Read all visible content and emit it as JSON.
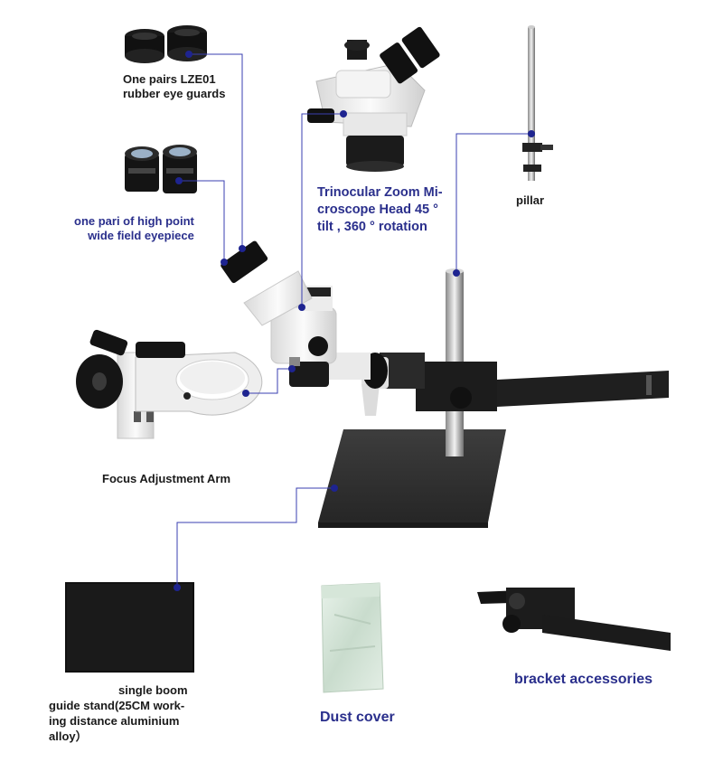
{
  "labels": {
    "eye_guards": [
      "One pairs LZE01",
      "rubber eye guards"
    ],
    "eyepiece": [
      "one pari of high point",
      "wide field eyepiece"
    ],
    "head": [
      "Trinocular Zoom Mi-",
      "croscope Head 45 °",
      "tilt , 360 ° rotation"
    ],
    "pillar": "pillar",
    "focus_arm": "Focus Adjustment Arm",
    "stand": [
      "single boom",
      "guide stand(25CM work-",
      "ing distance aluminium",
      "alloy）"
    ],
    "dust_cover": "Dust cover",
    "bracket": "bracket accessories"
  },
  "colors": {
    "accent_blue": "#2a2f8c",
    "callout_line": "#3a3fb0",
    "dot": "#1e2490"
  }
}
